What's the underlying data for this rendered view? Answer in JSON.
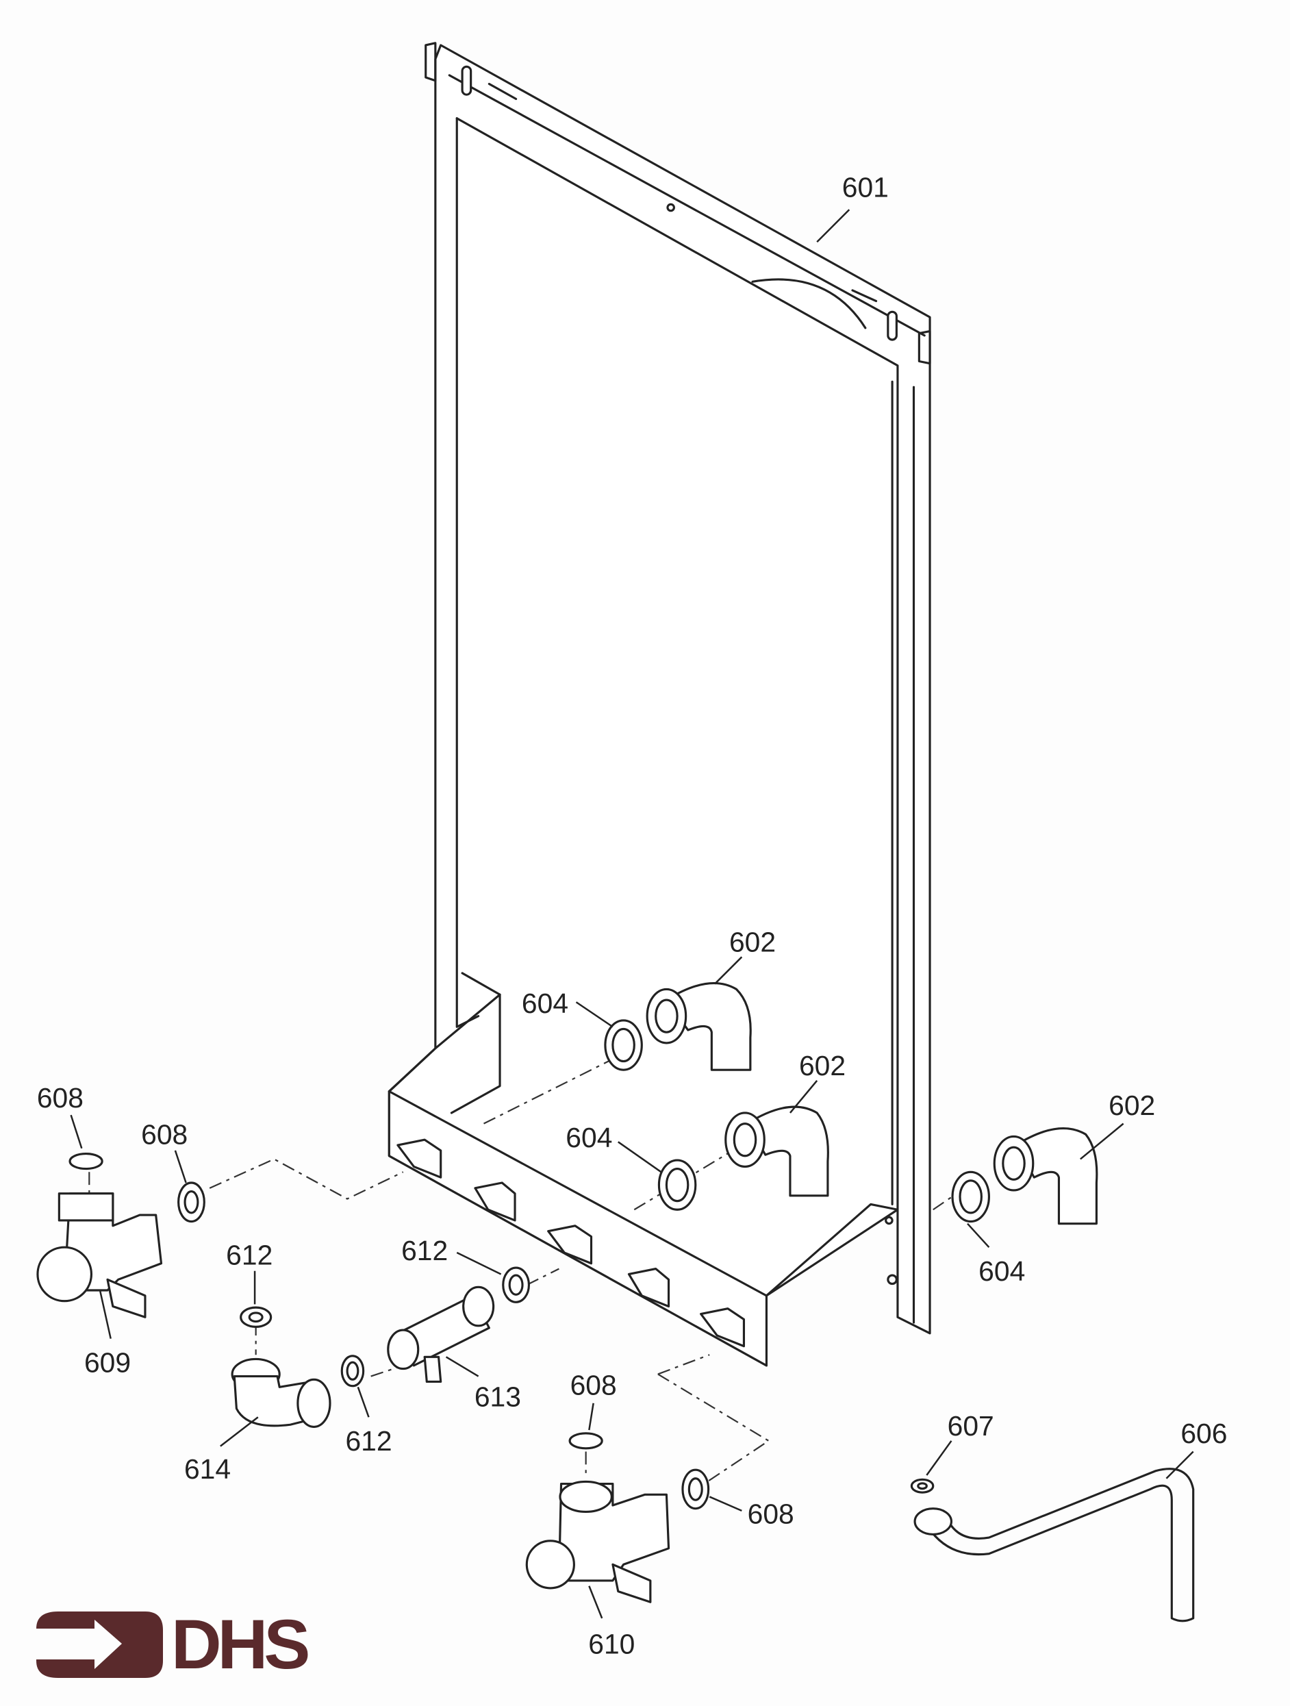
{
  "diagram": {
    "type": "exploded parts diagram",
    "part_labels": [
      {
        "id": "label-601",
        "text": "601"
      },
      {
        "id": "label-602-a",
        "text": "602"
      },
      {
        "id": "label-602-b",
        "text": "602"
      },
      {
        "id": "label-602-c",
        "text": "602"
      },
      {
        "id": "label-604-a",
        "text": "604"
      },
      {
        "id": "label-604-b",
        "text": "604"
      },
      {
        "id": "label-604-c",
        "text": "604"
      },
      {
        "id": "label-608-a",
        "text": "608"
      },
      {
        "id": "label-608-b",
        "text": "608"
      },
      {
        "id": "label-609",
        "text": "609"
      },
      {
        "id": "label-612-a",
        "text": "612"
      },
      {
        "id": "label-612-b",
        "text": "612"
      },
      {
        "id": "label-612-c",
        "text": "612"
      },
      {
        "id": "label-613",
        "text": "613"
      },
      {
        "id": "label-614",
        "text": "614"
      },
      {
        "id": "label-608-c",
        "text": "608"
      },
      {
        "id": "label-608-d",
        "text": "608"
      },
      {
        "id": "label-610",
        "text": "610"
      },
      {
        "id": "label-607",
        "text": "607"
      },
      {
        "id": "label-606",
        "text": "606"
      }
    ]
  },
  "logo": {
    "text": "DHS",
    "color": "#5a2a2c"
  }
}
